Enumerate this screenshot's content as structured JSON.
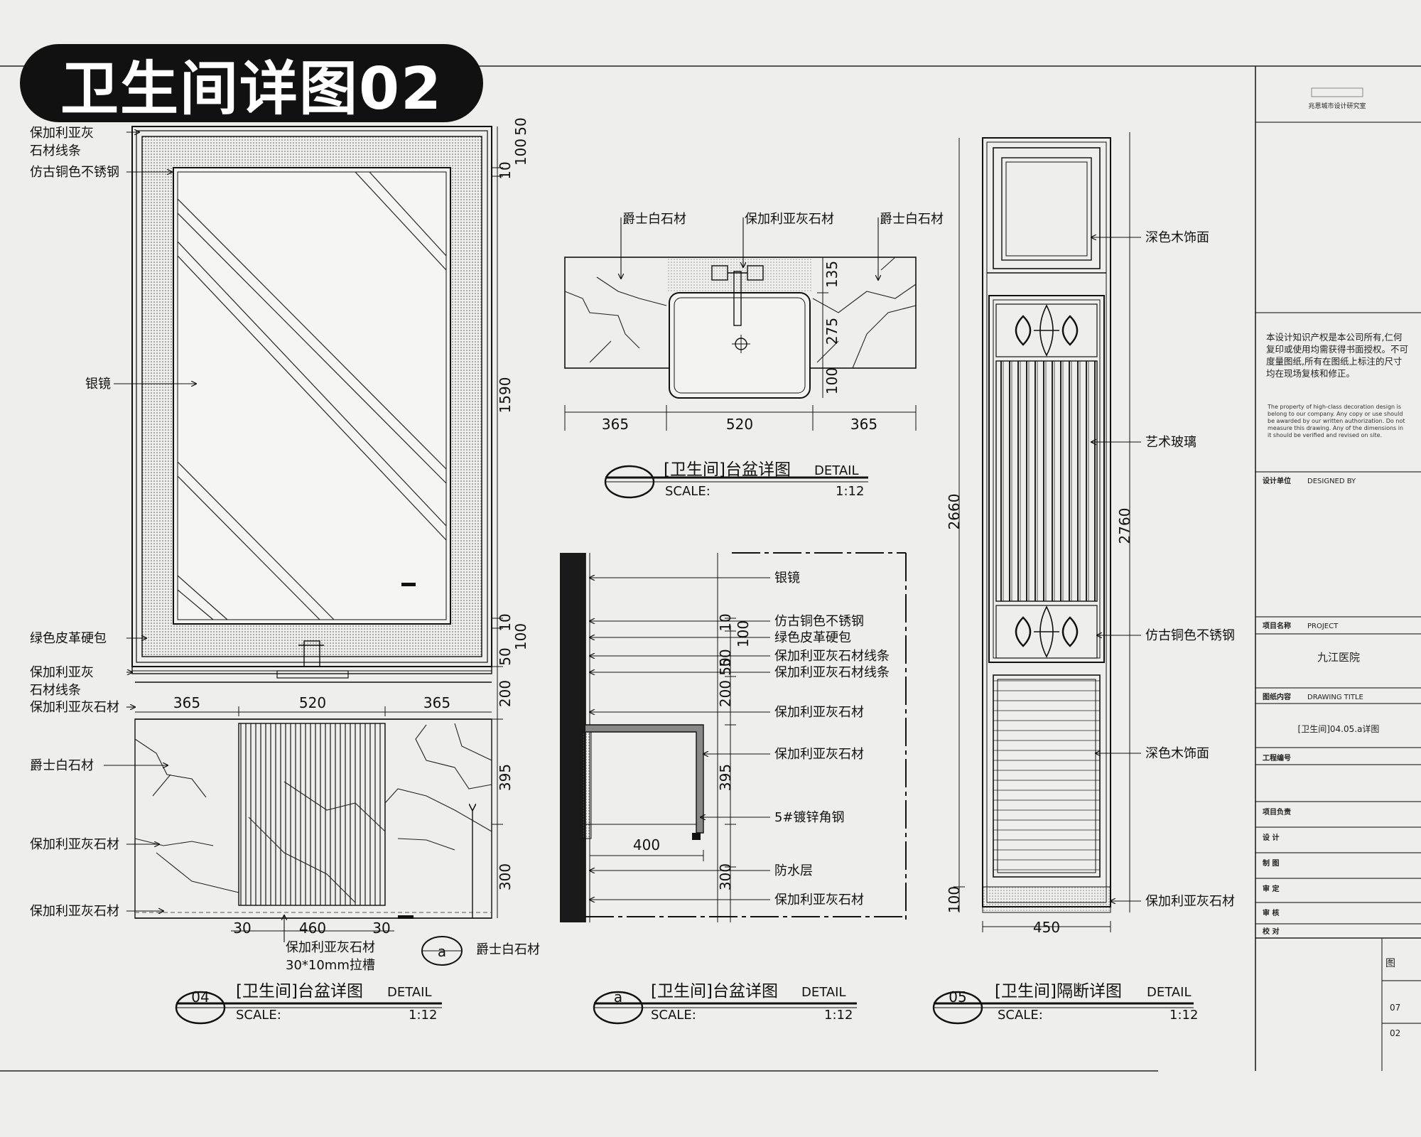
{
  "title_badge": "卫生间详图02",
  "detail04": {
    "labels": {
      "stone_trim_top_1": "保加利亚灰",
      "stone_trim_top_2": "石材线条",
      "stainless_top": "仿古铜色不锈钢",
      "mirror": "银镜",
      "leather": "绿色皮革硬包",
      "stone_trim_bottom_1": "保加利亚灰",
      "stone_trim_bottom_2": "石材线条",
      "stone_top": "保加利亚灰石材",
      "jazz_white": "爵士白石材",
      "stone_mid": "保加利亚灰石材",
      "stone_base": "保加利亚灰石材",
      "groove_1": "保加利亚灰石材",
      "groove_2": "30*10mm拉槽",
      "section_ref_label": "爵士白石材",
      "section_ref_letter": "a"
    },
    "dims": {
      "top": [
        "365",
        "520",
        "365"
      ],
      "bottom": [
        "30",
        "460",
        "30"
      ],
      "right": [
        "50",
        "100",
        "10",
        "1590",
        "10",
        "100",
        "50",
        "200",
        "395",
        "300"
      ]
    },
    "title": {
      "number": "04",
      "name": "[卫生间]台盆详图",
      "detail": "DETAIL",
      "scale_label": "SCALE:",
      "scale": "1:12"
    }
  },
  "basin_plan": {
    "labels": {
      "jazz_left": "爵士白石材",
      "stone_center": "保加利亚灰石材",
      "jazz_right": "爵士白石材"
    },
    "dims": {
      "bottom": [
        "365",
        "520",
        "365"
      ],
      "right": [
        "135",
        "275",
        "100"
      ]
    },
    "title": {
      "name": "[卫生间]台盆详图",
      "detail": "DETAIL",
      "scale_label": "SCALE:",
      "scale": "1:12"
    }
  },
  "section_a": {
    "labels": [
      "银镜",
      "仿古铜色不锈钢",
      "绿色皮革硬包",
      "保加利亚灰石材线条",
      "保加利亚灰石材线条",
      "保加利亚灰石材",
      "保加利亚灰石材",
      "5#镀锌角钢",
      "防水层",
      "保加利亚灰石材"
    ],
    "dims": {
      "vertical": [
        "10",
        "100",
        "50",
        "50",
        "200",
        "395",
        "300"
      ],
      "width": "400"
    },
    "title": {
      "letter": "a",
      "name": "[卫生间]台盆详图",
      "detail": "DETAIL",
      "scale_label": "SCALE:",
      "scale": "1:12"
    }
  },
  "detail05": {
    "labels": {
      "dark_wood_top": "深色木饰面",
      "art_glass": "艺术玻璃",
      "stainless": "仿古铜色不锈钢",
      "dark_wood_bottom": "深色木饰面",
      "stone_base": "保加利亚灰石材"
    },
    "dims": {
      "height_left": "2660",
      "height_right": "2760",
      "base": "100",
      "width": "450"
    },
    "title": {
      "number": "05",
      "name": "[卫生间]隔断详图",
      "detail": "DETAIL",
      "scale_label": "SCALE:",
      "scale": "1:12"
    }
  },
  "title_block": {
    "logo_text": "兆恩城市设计研究室",
    "notice_cn": "本设计知识产权是本公司所有,仁何复印或使用均需获得书面授权。不可度量图纸,所有在图纸上标注的尺寸均在现场复核和修正。",
    "notice_en": "The property of high-class decoration design is belong to our company. Any copy or use should be awarded by our written authorization. Do not measure this drawing. Any of the dimensions in it should be verified and revised on site.",
    "designed_by_label": "设计单位",
    "designed_by": "DESIGNED BY",
    "project_label": "项目名称",
    "project_en": "PROJECT",
    "project": "九江医院",
    "drawing_label": "图纸内容",
    "drawing_en": "DRAWING TITLE",
    "drawing": "[卫生间]04.05.a详图",
    "number_label": "工程编号",
    "roles": [
      "项目负责",
      "设 计",
      "制 图",
      "审 定",
      "审 核",
      "校 对"
    ],
    "side_marks": [
      "图",
      "07",
      "02"
    ]
  }
}
